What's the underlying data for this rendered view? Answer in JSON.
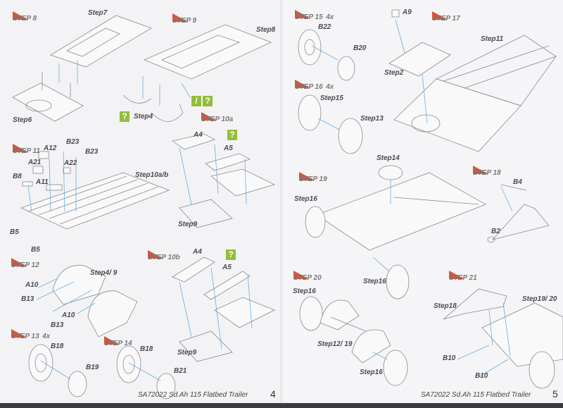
{
  "left_page": {
    "steps": [
      {
        "label": "STEP 8"
      },
      {
        "label": "STEP 9"
      },
      {
        "label": "STEP 10a"
      },
      {
        "label": "STEP 11"
      },
      {
        "label": "STEP 12"
      },
      {
        "label": "STEP 10b"
      },
      {
        "label": "STEP 13",
        "qty": "4x"
      },
      {
        "label": "STEP 14"
      }
    ],
    "labels": [
      "Step7",
      "Step6",
      "Step8",
      "Step4",
      "A4",
      "A5",
      "A12",
      "B23",
      "B23",
      "A21",
      "A22",
      "B8",
      "A11",
      "Step10a/b",
      "B5",
      "B5",
      "Step9",
      "Step4/ 9",
      "A10",
      "B13",
      "A10",
      "B13",
      "A4",
      "A5",
      "Step9",
      "B18",
      "B19",
      "B18",
      "B21"
    ],
    "help_icon": "?",
    "footer": "SA72022 Sd.Ah 115 Flatbed Trailer",
    "page_number": "4"
  },
  "right_page": {
    "steps": [
      {
        "label": "STEP 15",
        "qty": "4x"
      },
      {
        "label": "STEP 17"
      },
      {
        "label": "STEP 16",
        "qty": "4x"
      },
      {
        "label": "STEP 19"
      },
      {
        "label": "STEP 18"
      },
      {
        "label": "STEP 20"
      },
      {
        "label": "STEP 21"
      }
    ],
    "labels": [
      "B22",
      "B20",
      "A9",
      "Step11",
      "Step2",
      "Step15",
      "Step13",
      "Step14",
      "B4",
      "Step16",
      "B2",
      "Step16",
      "Step16",
      "Step12/ 19",
      "Step16",
      "Step18",
      "Step19/ 20",
      "B10",
      "B10"
    ],
    "footer": "SA72022 Sd.Ah 115 Flatbed Trailer",
    "page_number": "5"
  },
  "colors": {
    "step_accent": "#d8553a",
    "help_icon": "#93be3a",
    "guide_line": "#66aee0"
  }
}
